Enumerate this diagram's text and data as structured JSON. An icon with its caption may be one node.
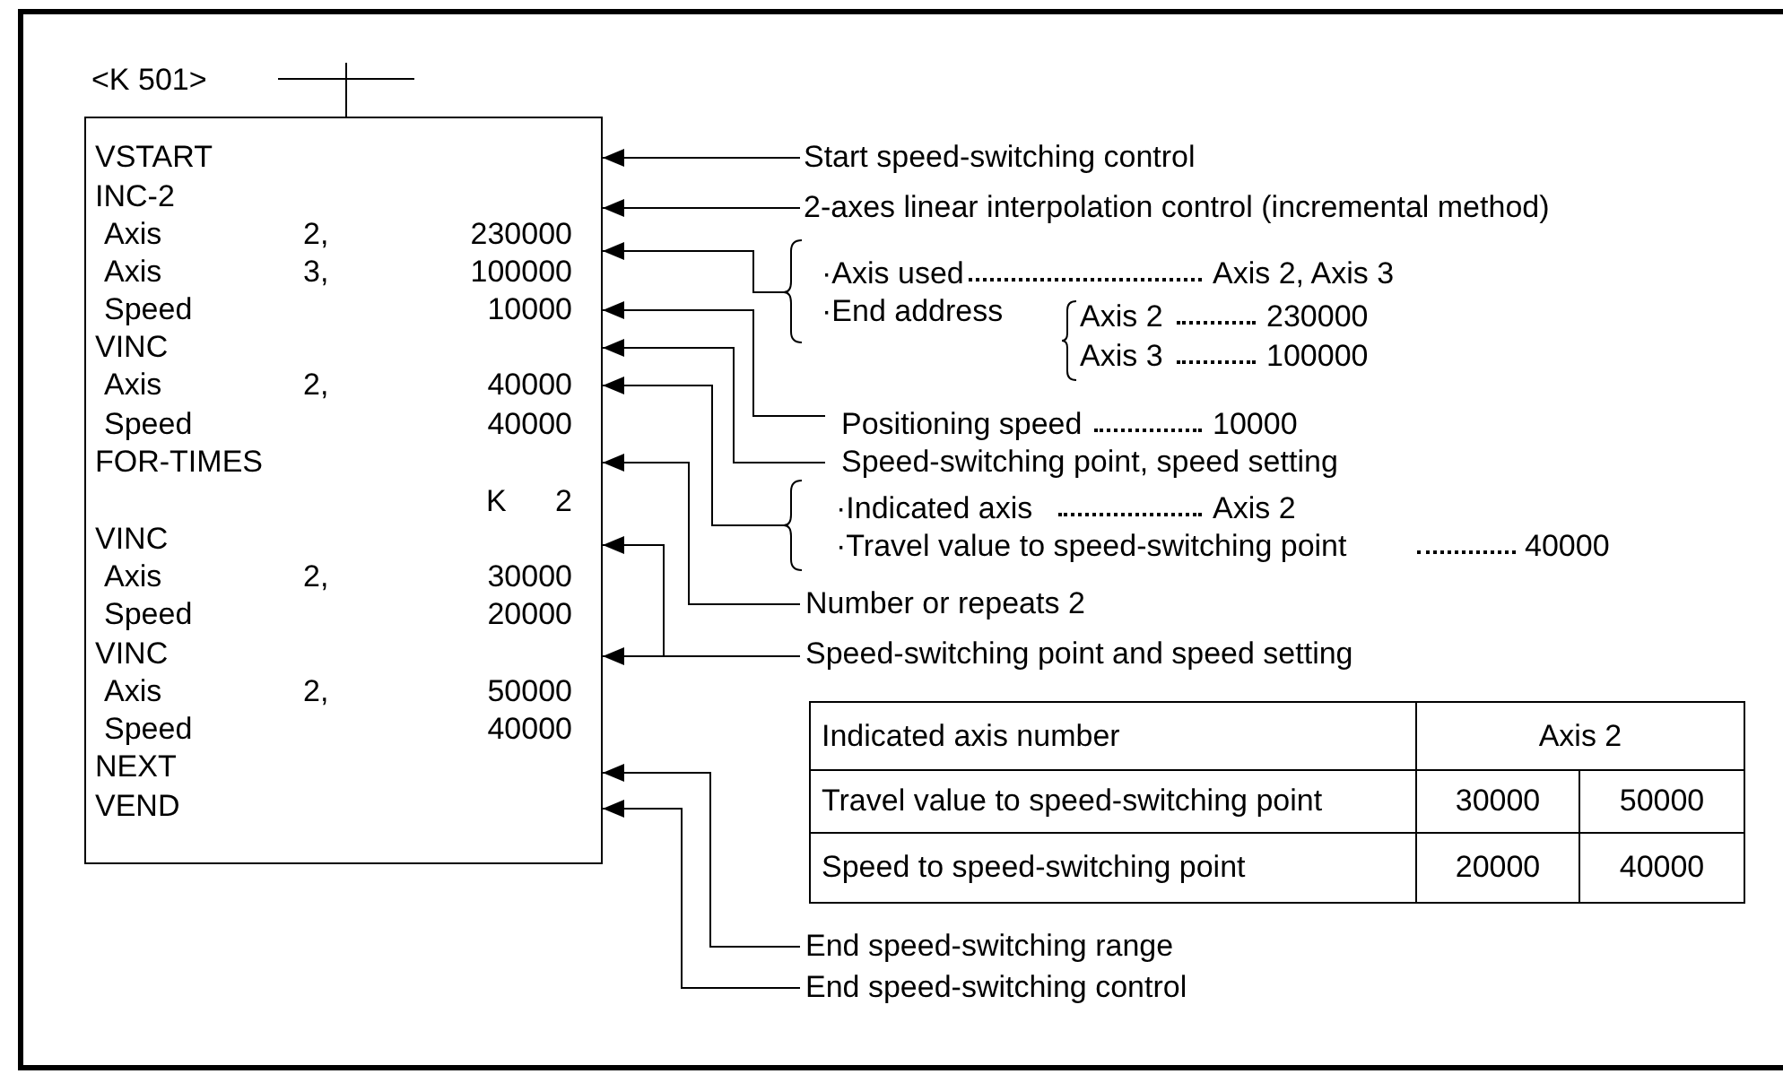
{
  "diagram": {
    "nodes": [
      {
        "beside": [
          "<K 501>"
        ],
        "text": [
          "VSTART",
          "INC-2",
          "Axis",
          "2,",
          "230000",
          "Axis",
          "3,",
          "100000",
          "Speed",
          "10000",
          "VINC",
          "Axis",
          "2,",
          "40000",
          "Speed",
          "40000",
          "FOR-TIMES",
          "K",
          "2",
          "VINC",
          "Axis",
          "2,",
          "30000",
          "Speed",
          "20000",
          "VINC",
          "Axis",
          "2,",
          "50000",
          "Speed",
          "40000",
          "NEXT",
          "VEND"
        ]
      },
      {
        "text": [
          "Start speed-switching control"
        ]
      },
      {
        "text": [
          "2-axes linear interpolation control (incremental method)"
        ]
      },
      {
        "text": [
          "·Axis used",
          "Axis 2, Axis 3",
          "·End address",
          "Axis 2",
          "230000",
          "Axis 3",
          "100000"
        ]
      },
      {
        "text": [
          "Positioning speed",
          "10000"
        ]
      },
      {
        "text": [
          "Speed-switching point, speed setting"
        ]
      },
      {
        "text": [
          "·Indicated axis",
          "Axis 2",
          "·Travel value to speed-switching point",
          "40000"
        ]
      },
      {
        "text": [
          "Number or repeats 2"
        ]
      },
      {
        "text": [
          "Speed-switching point and speed setting"
        ]
      },
      {
        "text": [
          "End speed-switching range"
        ]
      },
      {
        "text": [
          "End speed-switching control"
        ]
      }
    ],
    "edges": [
      {
        "from": 1,
        "to": 0,
        "arrow": "to"
      },
      {
        "from": 2,
        "to": 0,
        "arrow": "to"
      },
      {
        "from": 3,
        "to": 0,
        "arrow": "to"
      },
      {
        "from": 4,
        "to": 0,
        "arrow": "to"
      },
      {
        "from": 5,
        "to": 0,
        "arrow": "to"
      },
      {
        "from": 6,
        "to": 0,
        "arrow": "to"
      },
      {
        "from": 7,
        "to": 0,
        "arrow": "to"
      },
      {
        "from": 8,
        "to": 0,
        "arrow": "to"
      },
      {
        "from": 8,
        "to": 0,
        "arrow": "to"
      },
      {
        "from": 9,
        "to": 0,
        "arrow": "to"
      },
      {
        "from": 10,
        "to": 0,
        "arrow": "to"
      }
    ],
    "labels": [
      "Indicated axis number",
      "Axis 2",
      "Travel value to speed-switching point",
      "30000",
      "50000",
      "Speed to speed-switching point",
      "20000",
      "40000"
    ]
  }
}
